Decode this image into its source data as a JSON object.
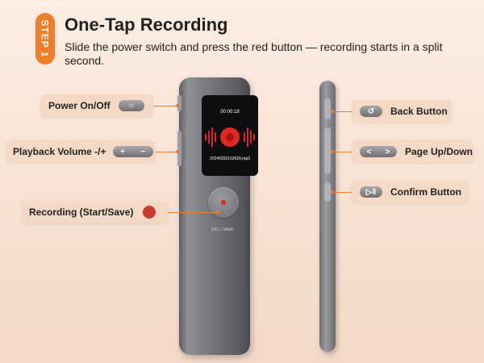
{
  "header": {
    "step_label": "STEP 1",
    "title": "One-Tap Recording",
    "subtitle": "Slide the power switch and press the red button — recording starts in a split second."
  },
  "device": {
    "timer": "00:00:18",
    "filename": "20240203162620.mp3",
    "rec_label": "REC / SAVE"
  },
  "callouts": {
    "power": "Power On/Off",
    "volume": "Playback Volume -/+",
    "volume_plus": "+",
    "volume_minus": "−",
    "record": "Recording (Start/Save)",
    "back": "Back Button",
    "page": "Page Up/Down",
    "page_up": "<",
    "page_down": ">",
    "confirm": "Confirm Button"
  },
  "colors": {
    "accent": "#f07d2a",
    "record_red": "#e0281e",
    "background": "#fdeee3"
  }
}
